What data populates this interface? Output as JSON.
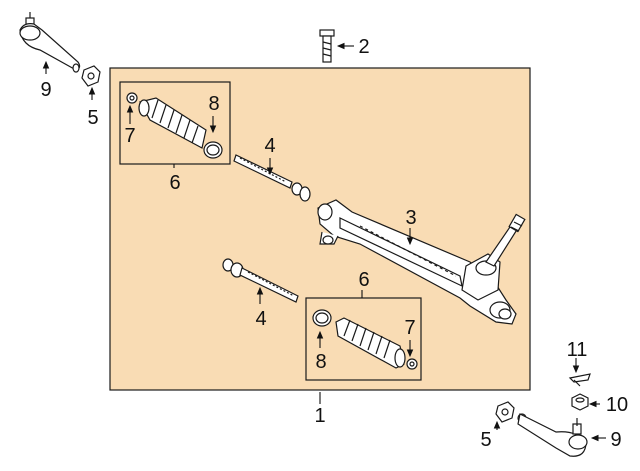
{
  "colors": {
    "panel_fill": "#f9dcb4",
    "outline": "#1a1a1a",
    "part_fill": "#ffffff"
  },
  "callouts": {
    "c1": "1",
    "c2": "2",
    "c3": "3",
    "c4_upper": "4",
    "c4_lower": "4",
    "c5_left": "5",
    "c5_right": "5",
    "c6_upper": "6",
    "c6_lower": "6",
    "c7_upper": "7",
    "c7_lower": "7",
    "c8_upper": "8",
    "c8_lower": "8",
    "c9_left": "9",
    "c9_right": "9",
    "c10": "10",
    "c11": "11"
  }
}
